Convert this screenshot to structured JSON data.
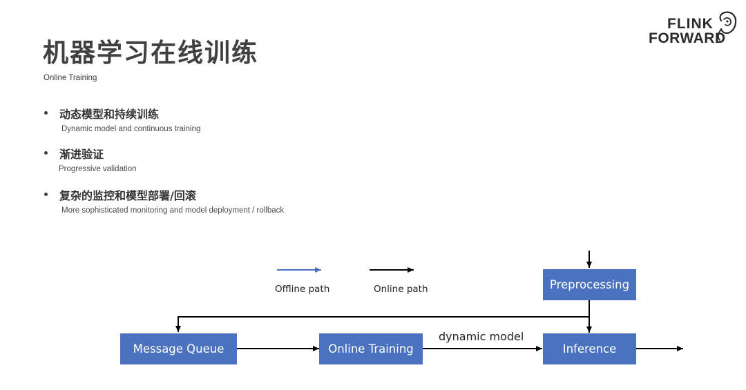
{
  "slide": {
    "title": "机器学习在线训练",
    "subtitle": "Online Training",
    "logo": {
      "line1": "FLINK",
      "line2": "FORWARD"
    },
    "bullets": [
      {
        "main": "动态模型和持续训练",
        "sub": "Dynamic model and continuous training"
      },
      {
        "main": "渐进验证",
        "sub": "Progressive validation"
      },
      {
        "main": "复杂的监控和模型部署/回滚",
        "sub": "More sophisticated monitoring and model deployment / rollback"
      }
    ]
  },
  "diagram": {
    "nodes": {
      "preprocessing": "Preprocessing",
      "message_queue": "Message Queue",
      "online_training": "Online Training",
      "inference": "Inference"
    },
    "edge_labels": {
      "dynamic_model": "dynamic model"
    },
    "legend": {
      "offline": {
        "label": "Offline path",
        "color": "#4a72be"
      },
      "online": {
        "label": "Online path",
        "color": "#000000"
      }
    },
    "edges": [
      {
        "from": "external",
        "to": "preprocessing",
        "type": "online"
      },
      {
        "from": "preprocessing",
        "to": "inference",
        "type": "online"
      },
      {
        "from": "preprocessing",
        "to": "message_queue",
        "type": "online"
      },
      {
        "from": "message_queue",
        "to": "online_training",
        "type": "online"
      },
      {
        "from": "online_training",
        "to": "inference",
        "type": "online",
        "label": "dynamic model"
      },
      {
        "from": "inference",
        "to": "external",
        "type": "online"
      }
    ],
    "box_color": "#4a72be"
  }
}
